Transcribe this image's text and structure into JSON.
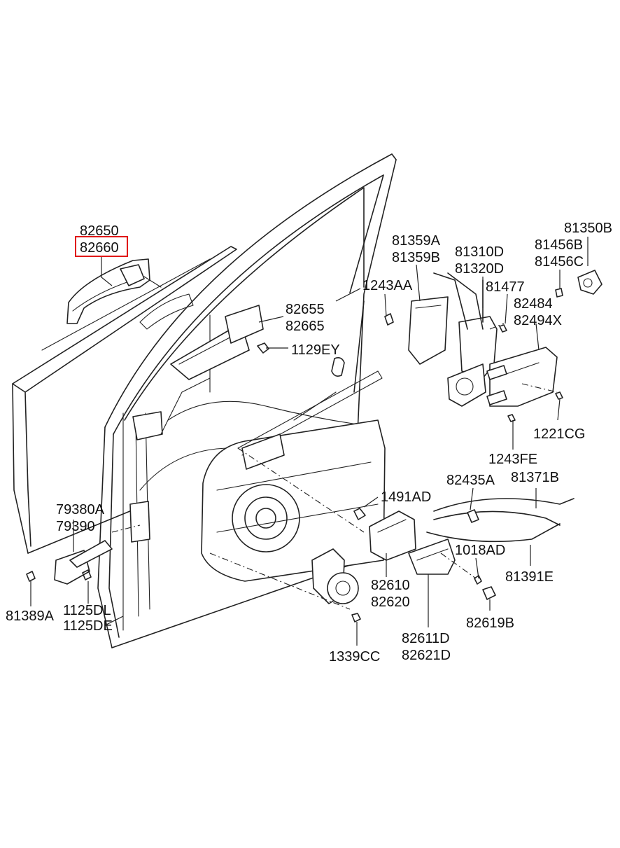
{
  "colors": {
    "line": "#222222",
    "highlight": "#e01818",
    "background": "#ffffff"
  },
  "highlighted_part": "82660",
  "labels": {
    "p82650": "82650",
    "p82660": "82660",
    "p82655": "82655",
    "p82665": "82665",
    "p1129EY": "1129EY",
    "p1243AA": "1243AA",
    "p81359A": "81359A",
    "p81359B": "81359B",
    "p81310D": "81310D",
    "p81320D": "81320D",
    "p81477": "81477",
    "p81456B": "81456B",
    "p81456C": "81456C",
    "p81350B": "81350B",
    "p82484": "82484",
    "p82494X": "82494X",
    "p1221CG": "1221CG",
    "p1243FE": "1243FE",
    "p79380A": "79380A",
    "p79390": "79390",
    "p81389A": "81389A",
    "p1125DL": "1125DL",
    "p1125DE": "1125DE",
    "p1491AD": "1491AD",
    "p82435A": "82435A",
    "p81371B": "81371B",
    "p1018AD": "1018AD",
    "p81391E": "81391E",
    "p82610": "82610",
    "p82620": "82620",
    "p82619B": "82619B",
    "p82611D": "82611D",
    "p82621D": "82621D",
    "p1339CC": "1339CC"
  }
}
